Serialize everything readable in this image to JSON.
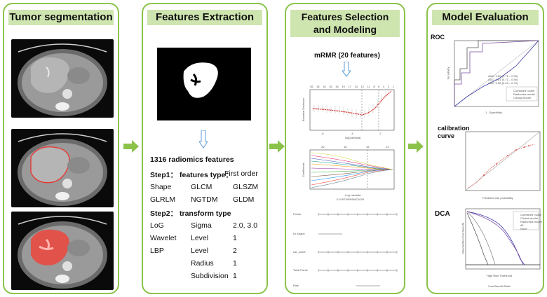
{
  "panels": {
    "p1": {
      "title": "Tumor segmentation"
    },
    "p2": {
      "title": "Features Extraction"
    },
    "p3": {
      "title_line1": "Features Selection",
      "title_line2": "and Modeling"
    },
    "p4": {
      "title": "Model Evaluation"
    }
  },
  "extraction": {
    "total": "1316 radiomics features",
    "step1": "Step1： features type：",
    "step1_value": "First order",
    "grid1": [
      [
        "Shape",
        "GLCM",
        "GLSZM"
      ],
      [
        "GLRLM",
        "NGTDM",
        "GLDM"
      ]
    ],
    "step2": "Step2： transform type",
    "grid2": [
      [
        "LoG",
        "Sigma",
        "2.0, 3.0"
      ],
      [
        "Wavelet",
        "Level",
        "1"
      ],
      [
        "LBP",
        "Level",
        "2"
      ],
      [
        "",
        "Radius",
        "1"
      ],
      [
        "",
        "Subdivision",
        "1"
      ]
    ]
  },
  "selection": {
    "mrmr": "mRMR (20 features)",
    "lasso_top_ticks": [
      "26",
      "18",
      "16",
      "16",
      "16",
      "19",
      "17",
      "14",
      "12",
      "11",
      "8",
      "6",
      "4",
      "2",
      "1"
    ],
    "lasso_x_ticks": [
      "-6",
      "-4",
      "-2"
    ],
    "lasso_xlabel": "log(Lambda)",
    "lasso_ylabel": "Binomial Deviance",
    "coef_top_ticks": [
      "20",
      "18",
      "16",
      "13"
    ],
    "coef_ylabel": "Coefficients",
    "coef_xlabel": "Log Lambda",
    "coef_xsub": "0.0197390098671639",
    "nomogram_rows": [
      "Points",
      "rd_shape",
      "rad_score",
      "Total Points",
      "Risk"
    ]
  },
  "evaluation": {
    "roc_label": "ROC",
    "roc_xlabel": "1 - Specificity",
    "roc_ylabel": "Sensitivity",
    "roc_auc": [
      "AUC: 0.80 (0.71 – 0.90)",
      "AUC: 0.81 (0.71 – 0.90)",
      "AUC: 0.58 (0.45 – 0.70)"
    ],
    "roc_legend": [
      "Combined model",
      "Radiomics model",
      "Clinical model"
    ],
    "calib_label_1": "calibration",
    "calib_label_2": "curve",
    "calib_xlabel": "Predicted risk probability",
    "dca_label": "DCA",
    "dca_legend": [
      "Combined model",
      "Clinical model",
      "Radiomics model",
      "All",
      "None"
    ],
    "dca_xlabel": "High Risk Threshold",
    "dca_ylabel": "Standardized Net Benefit",
    "dca_sub": "Cost:Benefit Ratio"
  },
  "colors": {
    "border": "#8bc34a",
    "header_bg": "#cfe5b0",
    "arrow": "#8bc34a",
    "small_arrow": "#5b9bd5",
    "mask_red": "#e53935"
  }
}
